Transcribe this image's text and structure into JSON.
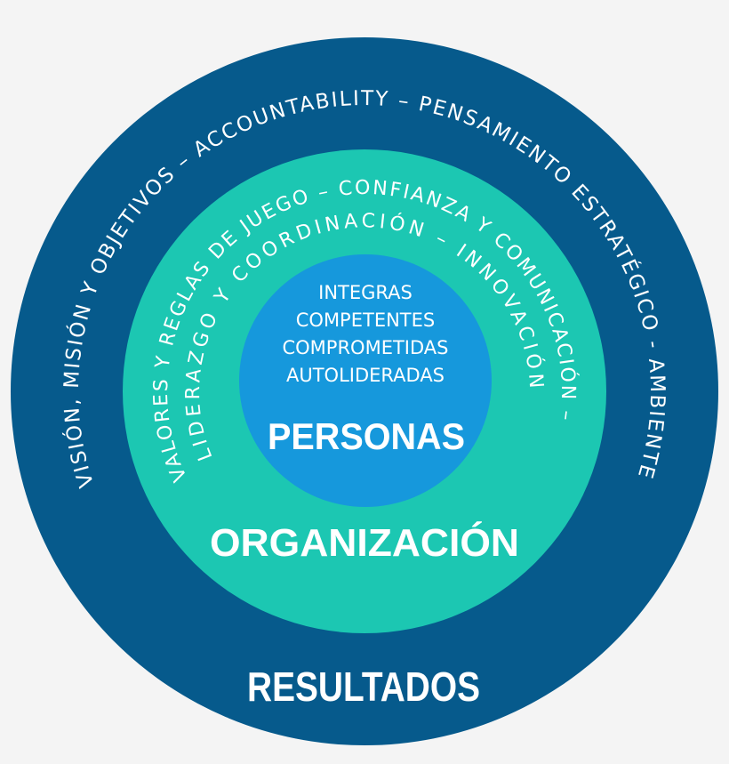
{
  "diagram": {
    "type": "concentric-circles",
    "colors": {
      "background": "#f4f4f4",
      "outer_ring": "#065a8c",
      "middle_ring": "#1cc7b2",
      "inner_circle": "#1698dc",
      "text": "#ffffff"
    },
    "outer_ring": {
      "label": "RESULTADOS",
      "arc_text": "VISIÓN, MISIÓN Y OBJETIVOS – ACCOUNTABILITY – PENSAMIENTO ESTRATÉGICO - AMBIENTE"
    },
    "middle_ring": {
      "label": "ORGANIZACIÓN",
      "arc_text_outer": "VALORES Y REGLAS DE JUEGO – CONFIANZA Y COMUNICACIÓN –",
      "arc_text_inner": "LIDERAZGO Y  COORDINACIÓN – INNOVACIÓN"
    },
    "inner_circle": {
      "label": "PERSONAS",
      "lines": [
        "INTEGRAS",
        "COMPETENTES",
        "COMPROMETIDAS",
        "AUTOLIDERADAS"
      ]
    }
  }
}
